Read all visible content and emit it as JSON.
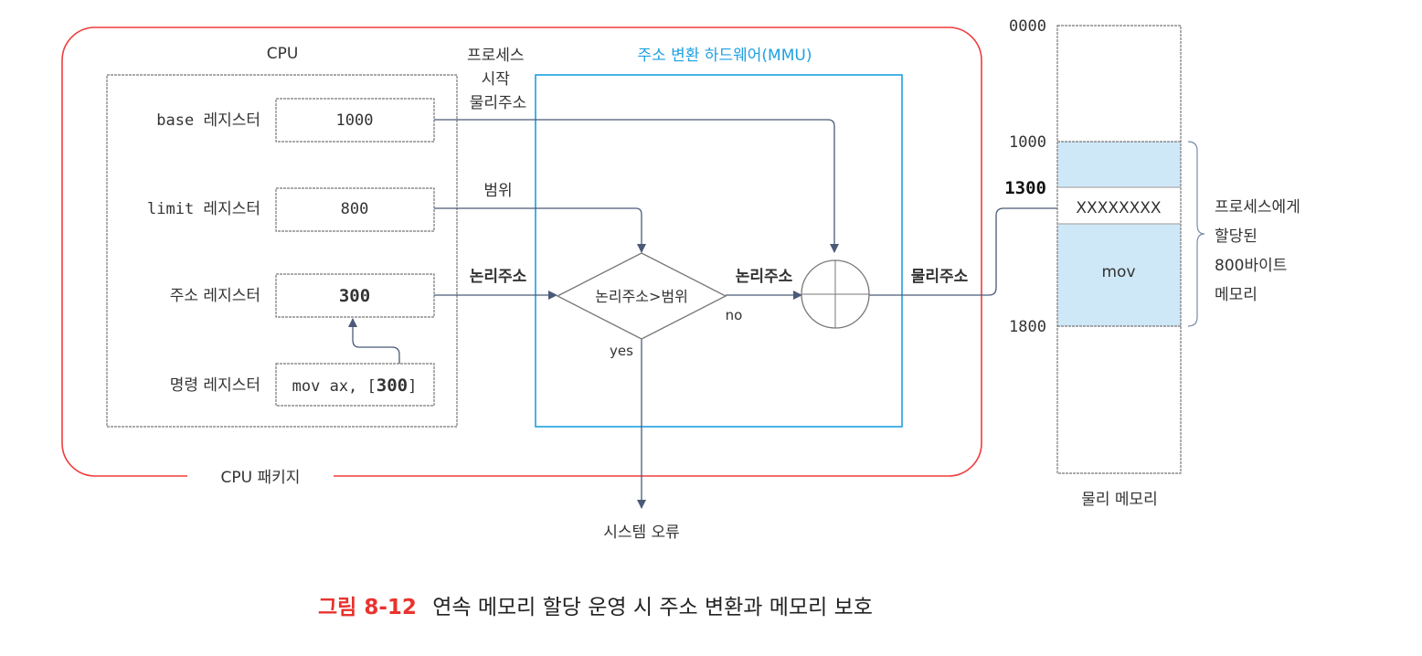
{
  "colors": {
    "package": "#f03c3c",
    "mmu": "#1ea0e0",
    "memory_fill": "#cfe8f7",
    "caption_accent": "#e8332e",
    "arrow": "#4a5a78"
  },
  "cpu_package": {
    "label": "CPU 패키지"
  },
  "cpu": {
    "title": "CPU",
    "registers": [
      {
        "label": "base 레지스터",
        "value": "1000"
      },
      {
        "label": "limit 레지스터",
        "value": "800"
      },
      {
        "label": "주소 레지스터",
        "value": "300"
      },
      {
        "label": "명령 레지스터",
        "value_prefix": "mov ax, [",
        "value_bold": "300",
        "value_suffix": "]"
      }
    ]
  },
  "mmu": {
    "title": "주소 변환 하드웨어(MMU)",
    "condition": "논리주소>범위",
    "no_label": "no",
    "yes_label": "yes"
  },
  "edge_labels": {
    "base_line": [
      "프로세스",
      "시작",
      "물리주소"
    ],
    "limit_line": "범위",
    "logical_in": "논리주소",
    "logical_out": "논리주소",
    "physical_out": "물리주소",
    "error": "시스템 오류"
  },
  "memory": {
    "title": "물리 메모리",
    "addresses": [
      "0000",
      "1000",
      "1300",
      "1800"
    ],
    "cells": {
      "target": "XXXXXXXX",
      "instruction": "mov"
    },
    "brace_label": [
      "프로세스에게",
      "할당된",
      "800바이트",
      "메모리"
    ]
  },
  "caption": {
    "number": "그림 8-12",
    "text": "연속 메모리 할당 운영 시 주소 변환과 메모리 보호"
  }
}
